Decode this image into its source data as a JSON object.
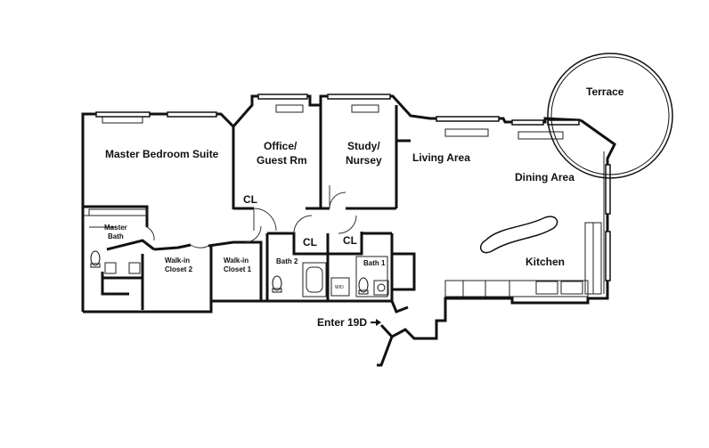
{
  "rooms": {
    "terrace": "Terrace",
    "master_bedroom": "Master Bedroom Suite",
    "office_line1": "Office/",
    "office_line2": "Guest Rm",
    "study_line1": "Study/",
    "study_line2": "Nursey",
    "living": "Living Area",
    "dining": "Dining Area",
    "kitchen": "Kitchen",
    "master_bath_line1": "Master",
    "master_bath_line2": "Bath",
    "walkin2_line1": "Walk-in",
    "walkin2_line2": "Closet 2",
    "walkin1_line1": "Walk-in",
    "walkin1_line2": "Closet 1",
    "bath2": "Bath 2",
    "bath1": "Bath 1",
    "closet": "CL",
    "wd": "W/D",
    "entrance": "Enter 19D"
  },
  "icons": {
    "entrance_arrow": "arrow-right-icon"
  },
  "colors": {
    "wall": "#111111",
    "background": "#ffffff"
  }
}
